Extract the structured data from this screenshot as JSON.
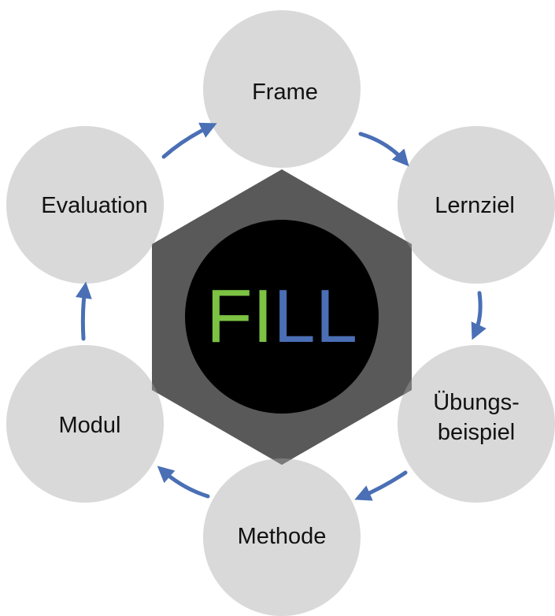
{
  "logo": {
    "part_green": "FI",
    "part_blue": "LL",
    "color_green": "#7cc243",
    "color_blue": "#4a6fb5"
  },
  "nodes": [
    {
      "id": "frame",
      "label": "Frame"
    },
    {
      "id": "lernziel",
      "label": "Lernziel"
    },
    {
      "id": "uebungsbeispiel",
      "label_line1": "Übungs-",
      "label_line2": "beispiel"
    },
    {
      "id": "methode",
      "label": "Methode"
    },
    {
      "id": "modul",
      "label": "Modul"
    },
    {
      "id": "evaluation",
      "label": "Evaluation"
    }
  ],
  "colors": {
    "circle_fill": "#d9d9d9",
    "hexagon_fill": "#595959",
    "hexagon_overlap": "#7a7a7a",
    "center_circle": "#000000",
    "arrow": "#4a6fb5"
  },
  "cycle_direction": "clockwise"
}
